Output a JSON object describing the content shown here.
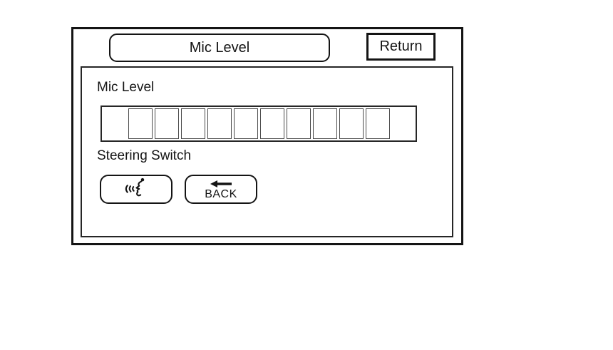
{
  "screen": {
    "background": "#ffffff",
    "line_color": "#141414"
  },
  "header": {
    "title": "Mic Level",
    "return_button": "Return"
  },
  "panel": {
    "mic_level_label": "Mic Level",
    "level_bar": {
      "segments_total": 10,
      "segments_filled": 0
    },
    "steering_switch_label": "Steering Switch",
    "talk_button": {
      "icon": "voice-talk-icon"
    },
    "back_button": {
      "icon": "arrow-left-icon",
      "label": "BACK"
    }
  }
}
